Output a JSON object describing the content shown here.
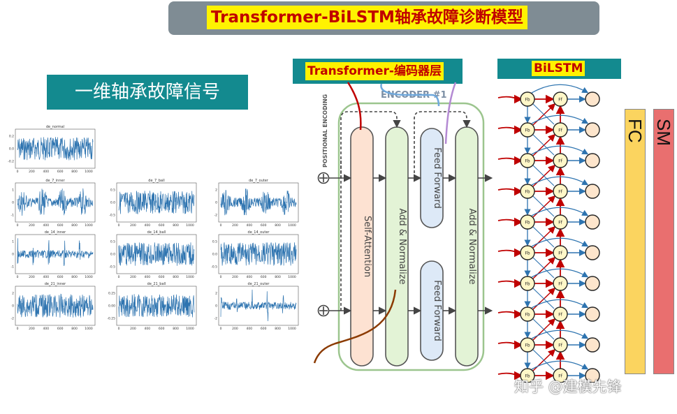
{
  "title": "Transformer-BiLSTM轴承故障诊断模型",
  "signal_label": "一维轴承故障信号",
  "encoder_header": "Transformer-编码器层",
  "bilstm_header": "BiLSTM",
  "fc_label": "FC",
  "sm_label": "SM",
  "encoder": {
    "name": "ENCODER #1",
    "positional_encoding": "POSITIONAL ENCODING",
    "blocks": [
      "Self-Attention",
      "Add & Normalize",
      "Feed Forward",
      "Feed Forward",
      "Add & Normalize"
    ]
  },
  "plots": [
    {
      "title": "de_normal",
      "yticks": [
        "0.2",
        "0.0",
        "-0.2"
      ],
      "xticks": [
        "0",
        "200",
        "400",
        "600",
        "800",
        "1000"
      ]
    },
    {
      "title": "de_7_inner",
      "yticks": [
        "1",
        "0",
        "-1"
      ],
      "xticks": [
        "0",
        "200",
        "400",
        "600",
        "800",
        "1000"
      ]
    },
    {
      "title": "de_7_ball",
      "yticks": [
        "0.5",
        "0.0",
        "-0.5"
      ],
      "xticks": [
        "0",
        "200",
        "400",
        "600",
        "800",
        "1000"
      ]
    },
    {
      "title": "de_7_outer",
      "yticks": [
        "2",
        "0",
        "-2"
      ],
      "xticks": [
        "0",
        "200",
        "400",
        "600",
        "800",
        "1000"
      ]
    },
    {
      "title": "de_14_inner",
      "yticks": [
        "1",
        "0",
        "-1"
      ],
      "xticks": [
        "0",
        "200",
        "400",
        "600",
        "800",
        "1000"
      ]
    },
    {
      "title": "de_14_ball",
      "yticks": [
        "0.5",
        "0.0",
        "-0.5"
      ],
      "xticks": [
        "0",
        "200",
        "400",
        "600",
        "800",
        "1000"
      ]
    },
    {
      "title": "de_14_outer",
      "yticks": [
        "0.5",
        "0.0",
        "-0.5"
      ],
      "xticks": [
        "0",
        "200",
        "400",
        "600",
        "800",
        "1000"
      ]
    },
    {
      "title": "de_21_inner",
      "yticks": [
        "2",
        "0",
        "-2"
      ],
      "xticks": [
        "0",
        "200",
        "400",
        "600",
        "800",
        "1000"
      ]
    },
    {
      "title": "de_21_ball",
      "yticks": [
        "0.25",
        "0.00",
        "-0.25"
      ],
      "xticks": [
        "0",
        "200",
        "400",
        "600",
        "800",
        "1000"
      ]
    },
    {
      "title": "de_21_outer",
      "yticks": [
        "2",
        "0",
        "-2"
      ],
      "xticks": [
        "0",
        "200",
        "400",
        "600",
        "800",
        "1000"
      ]
    }
  ],
  "lstm_left_label": "Fb",
  "lstm_right_label": "Ff",
  "lstm_rows": 10,
  "watermark": "知乎 @建模先锋",
  "colors": {
    "title_bar": "#7f8c94",
    "header_box": "#138a8f",
    "highlight": "#fff200",
    "highlight_text": "#c00000",
    "fc": "#fbd45f",
    "sm": "#e96f6f",
    "signal_line": "#2e74b0",
    "self_attention": "#fde2d2",
    "add_normalize": "#e3f3d6",
    "feed_forward": "#dde9f7",
    "lstm_node": "#fff7c8",
    "output_node": "#fde5cc",
    "forward_arrow": "#c00000",
    "backward_arrow": "#2e74b0"
  }
}
